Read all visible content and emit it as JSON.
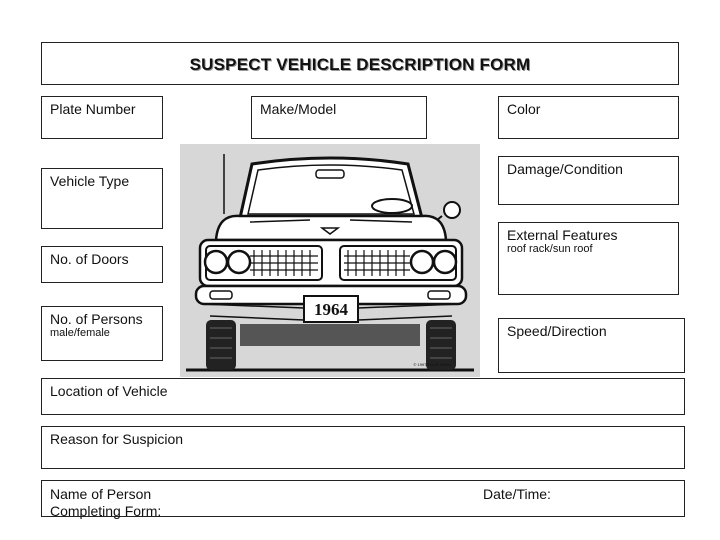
{
  "form": {
    "title": "SUSPECT VEHICLE DESCRIPTION FORM",
    "fields": {
      "plate_number": "Plate Number",
      "make_model": "Make/Model",
      "color": "Color",
      "vehicle_type": "Vehicle Type",
      "damage_condition": "Damage/Condition",
      "external_features": "External Features",
      "external_features_hint": "roof rack/sun roof",
      "doors": "No. of Doors",
      "persons": "No. of Persons",
      "persons_hint": "male/female",
      "speed_direction": "Speed/Direction",
      "location": "Location of Vehicle",
      "reason": "Reason for Suspicion",
      "name_line1": "Name of Person",
      "name_line2": "Completing Form:",
      "date_time": "Date/Time:"
    },
    "illustration": {
      "plate_text": "1964",
      "credit": "© 1997 Eric B. White"
    }
  }
}
